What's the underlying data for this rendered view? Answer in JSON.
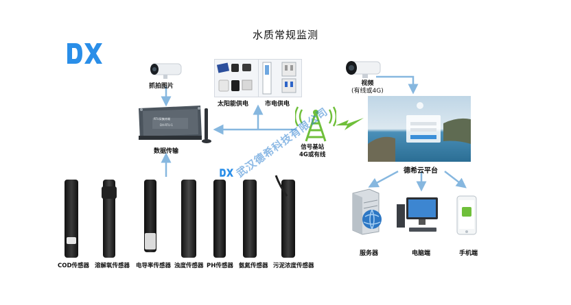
{
  "title": "水质常规监测",
  "logo_text": "DX",
  "watermark": "武汉德希科技有限公司",
  "nodes": {
    "camera_capture": "抓拍图片",
    "data_transfer": "数据传输",
    "solar_power": "太阳能供电",
    "grid_power": "市电供电",
    "base_station": [
      "信号基站",
      "4G或有线"
    ],
    "video": [
      "视频",
      "(有线或4G)"
    ],
    "cloud_platform": "德希云平台",
    "server": "服务器",
    "pc": "电脑端",
    "mobile": "手机端"
  },
  "device_panel_text": [
    "RTU采集终端",
    "DX-RTU-1"
  ],
  "sensors": [
    "COD传感器",
    "溶解氧传感器",
    "电导率传感器",
    "浊度传感器",
    "PH传感器",
    "氨氮传感器",
    "污泥浓度传感器"
  ],
  "colors": {
    "arrow": "#86b7df",
    "logo": "#2a8ee8",
    "signal_green": "#6fbf3a",
    "sea": "#4a8fb8"
  }
}
